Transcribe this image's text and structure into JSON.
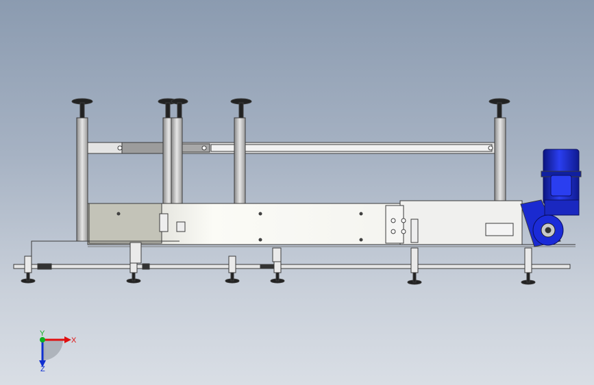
{
  "triad": {
    "x_label": "X",
    "y_label": "Y",
    "z_label": "Z"
  },
  "colors": {
    "background_top": "#8b9bb0",
    "background_bottom": "#d9dee5",
    "frame_fill": "#d6d6d6",
    "frame_stroke": "#3a3a3a",
    "motor_blue": "#1f2fd0",
    "motor_dark": "#10198a",
    "axis_x": "#e01010",
    "axis_y": "#10b020",
    "axis_z": "#1030d0"
  },
  "model": {
    "name_icon": "conveyor-assembly",
    "motor_icon": "gear-motor-icon"
  }
}
